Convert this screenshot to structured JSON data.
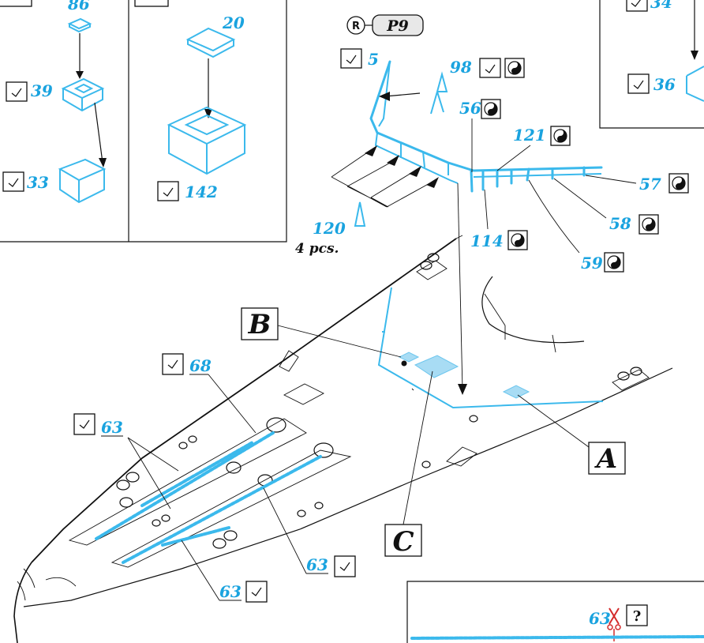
{
  "title": "Photo-etch assembly diagram (bow section)",
  "colors": {
    "etch": "#3bb9ec",
    "label": "#1aa3df",
    "ink": "#111111",
    "cut": "#d42a2a"
  },
  "header": {
    "symbol": "Ⓡ",
    "sheet": "P9"
  },
  "labels": {
    "p86": "86",
    "p39": "39",
    "p33": "33",
    "p20": "20",
    "p142": "142",
    "p5": "5",
    "p98": "98",
    "p56": "56",
    "p121": "121",
    "p57": "57",
    "p58": "58",
    "p59": "59",
    "p114": "114",
    "p120": "120",
    "qty120": "4 pcs.",
    "p34": "34",
    "p36": "36",
    "p68": "68",
    "p63a": "63",
    "p63b": "63",
    "p63c": "63",
    "p63d": "63",
    "question": "?"
  },
  "callouts": {
    "A": "A",
    "B": "B",
    "C": "C"
  },
  "icons": [
    "bend-icon",
    "half-fold-icon",
    "cut-scissors-icon"
  ]
}
